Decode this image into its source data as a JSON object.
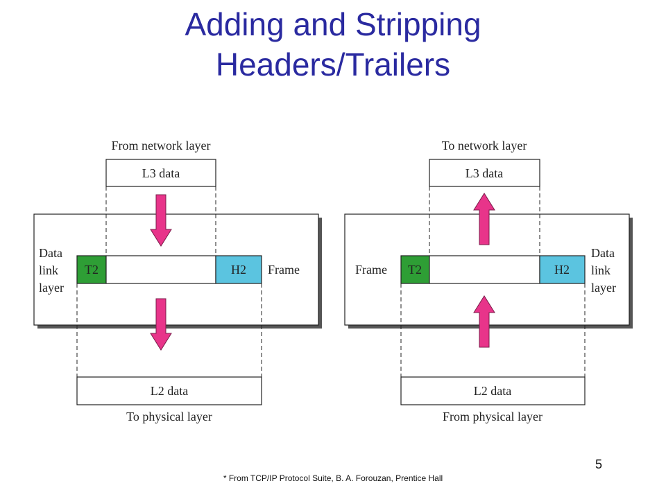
{
  "slide": {
    "title_line1": "Adding and Stripping",
    "title_line2": "Headers/Trailers",
    "footnote": "* From TCP/IP Protocol Suite, B. A. Forouzan, Prentice Hall",
    "page_number": "5"
  },
  "left_panel": {
    "top_label": "From network layer",
    "upper_box": "L3 data",
    "side_label_lines": [
      "Data",
      "link",
      "layer"
    ],
    "trailer": "T2",
    "header": "H2",
    "frame_label": "Frame",
    "lower_box": "L2 data",
    "bottom_label": "To physical layer"
  },
  "right_panel": {
    "top_label": "To network layer",
    "upper_box": "L3 data",
    "side_label_lines": [
      "Data",
      "link",
      "layer"
    ],
    "trailer": "T2",
    "header": "H2",
    "frame_label": "Frame",
    "lower_box": "L2 data",
    "bottom_label": "From physical layer"
  },
  "colors": {
    "title": "#2a2aa0",
    "trailer_fill": "#2e9e35",
    "header_fill": "#5bc4e0",
    "arrow_fill": "#e8348a",
    "panel_shadow": "#555555"
  },
  "icons": {
    "down_arrow": "arrow-down-icon",
    "up_arrow": "arrow-up-icon"
  }
}
